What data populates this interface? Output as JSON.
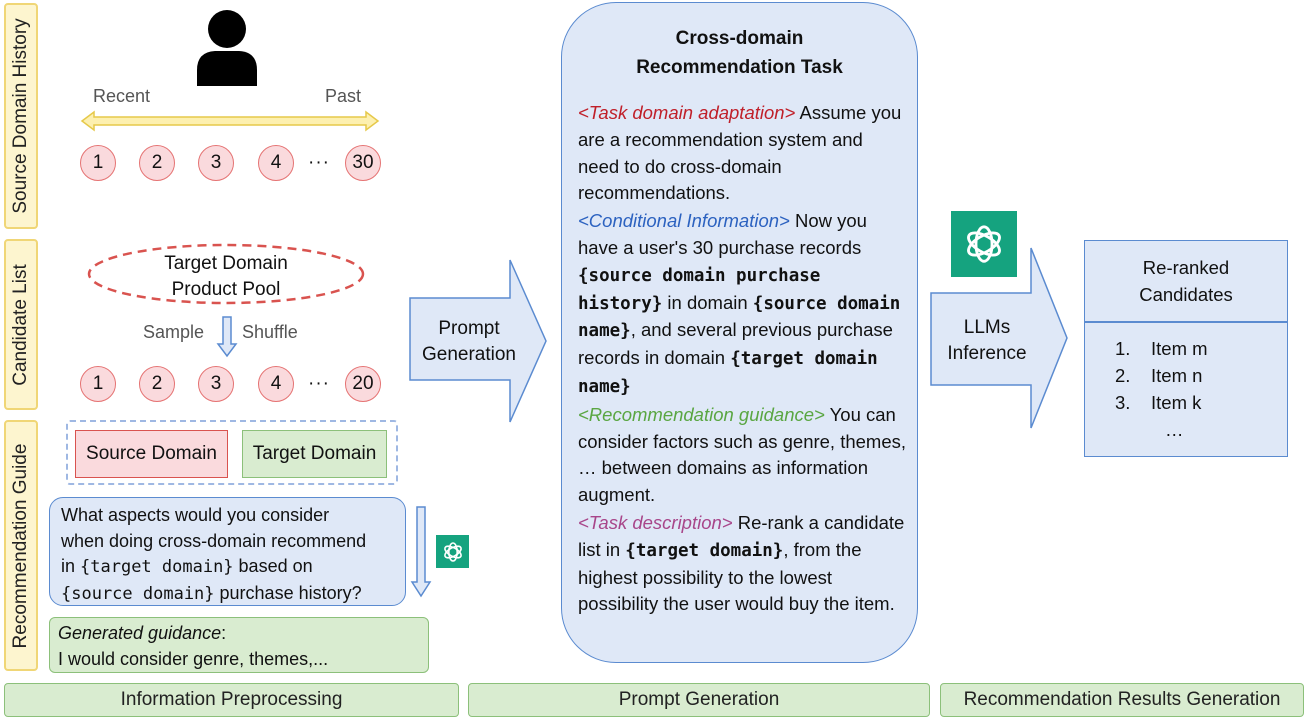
{
  "side_labels": {
    "source_history": "Source Domain History",
    "candidate_list": "Candidate List",
    "recommendation_guide": "Recommendation Guide"
  },
  "history": {
    "recent": "Recent",
    "past": "Past",
    "items": [
      "1",
      "2",
      "3",
      "4",
      "30"
    ],
    "ellipsis": "···"
  },
  "candidates": {
    "pool_line1": "Target  Domain",
    "pool_line2": "Product Pool",
    "sample": "Sample",
    "shuffle": "Shuffle",
    "items": [
      "1",
      "2",
      "3",
      "4",
      "20"
    ],
    "ellipsis": "···"
  },
  "guide": {
    "source_domain": "Source Domain",
    "target_domain": "Target Domain",
    "q_line1": "What aspects would you consider",
    "q_line2": "when doing cross-domain recommend",
    "q_line3_pre": "in ",
    "q_line3_code": "{target domain}",
    "q_line3_post": " based on",
    "q_line4_code": "{source domain}",
    "q_line4_post": " purchase history?",
    "gen_label": "Generated guidance",
    "gen_colon": ":",
    "gen_text": "I would consider genre, themes,..."
  },
  "arrows": {
    "prompt_line1": "Prompt",
    "prompt_line2": "Generation",
    "llm_line1": "LLMs",
    "llm_line2": "Inference"
  },
  "task": {
    "title_line1": "Cross-domain",
    "title_line2": "Recommendation Task",
    "tag_adapt": "<Task domain adaptation>",
    "adapt_text": " Assume you are a recommendation system and need to do cross-domain recommendations.",
    "tag_cond": "<Conditional Information>",
    "cond_a": " Now you have a user's 30 purchase records ",
    "cond_code1": "{source domain purchase history}",
    "cond_b": " in domain ",
    "cond_code2": "{source domain name}",
    "cond_c": ", and several previous purchase records in domain ",
    "cond_code3": "{target domain name}",
    "tag_guide": "<Recommendation guidance>",
    "guide_text": " You can consider factors such as genre, themes, … between domains as information augment.",
    "tag_desc": "<Task description>",
    "desc_a": " Re-rank a candidate list in ",
    "desc_code": "{target domain}",
    "desc_b": ", from the highest possibility to the lowest possibility the user would buy the item."
  },
  "results": {
    "title_line1": "Re-ranked",
    "title_line2": "Candidates",
    "items": [
      {
        "num": "1.",
        "label": "Item m"
      },
      {
        "num": "2.",
        "label": "Item n"
      },
      {
        "num": "3.",
        "label": "Item k"
      }
    ],
    "more": "…"
  },
  "stages": {
    "preprocessing": "Information Preprocessing",
    "prompt_generation": "Prompt Generation",
    "results_generation": "Recommendation Results Generation"
  },
  "colors": {
    "accent_blue": "#5b8bd0",
    "panel_blue": "#dfe8f7",
    "circle_fill": "#fadadd",
    "circle_stroke": "#e57373",
    "side_fill": "#fdf5cf",
    "green_fill": "#d9ecd0",
    "gpt_green": "#15a37f"
  }
}
